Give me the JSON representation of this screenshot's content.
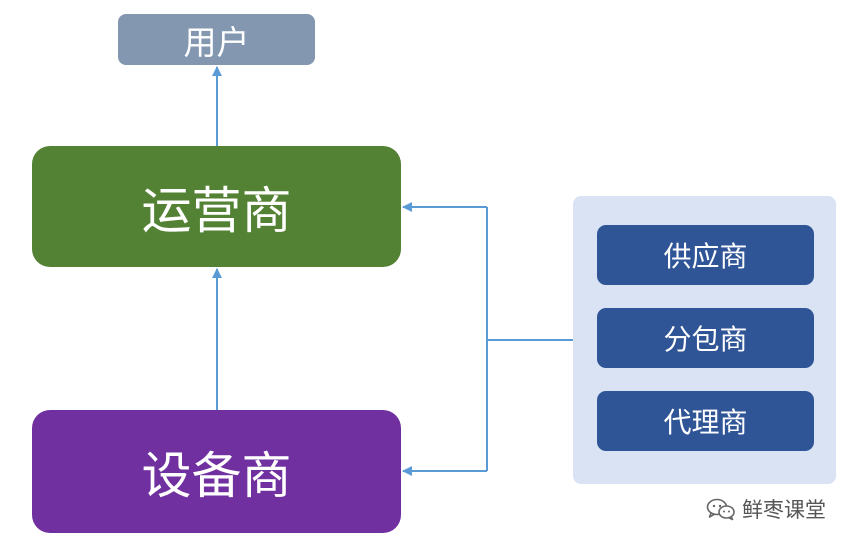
{
  "nodes": {
    "user": "用户",
    "operator": "运营商",
    "device_maker": "设备商"
  },
  "partners": [
    {
      "label": "供应商"
    },
    {
      "label": "分包商"
    },
    {
      "label": "代理商"
    }
  ],
  "watermark": {
    "text": "鲜枣课堂",
    "icon": "wechat-icon"
  },
  "colors": {
    "user": "#8497b0",
    "operator": "#548235",
    "device_maker": "#7030a0",
    "partner_panel": "#dae3f3",
    "partner_box": "#2f5597",
    "connector": "#5b9bd5"
  }
}
